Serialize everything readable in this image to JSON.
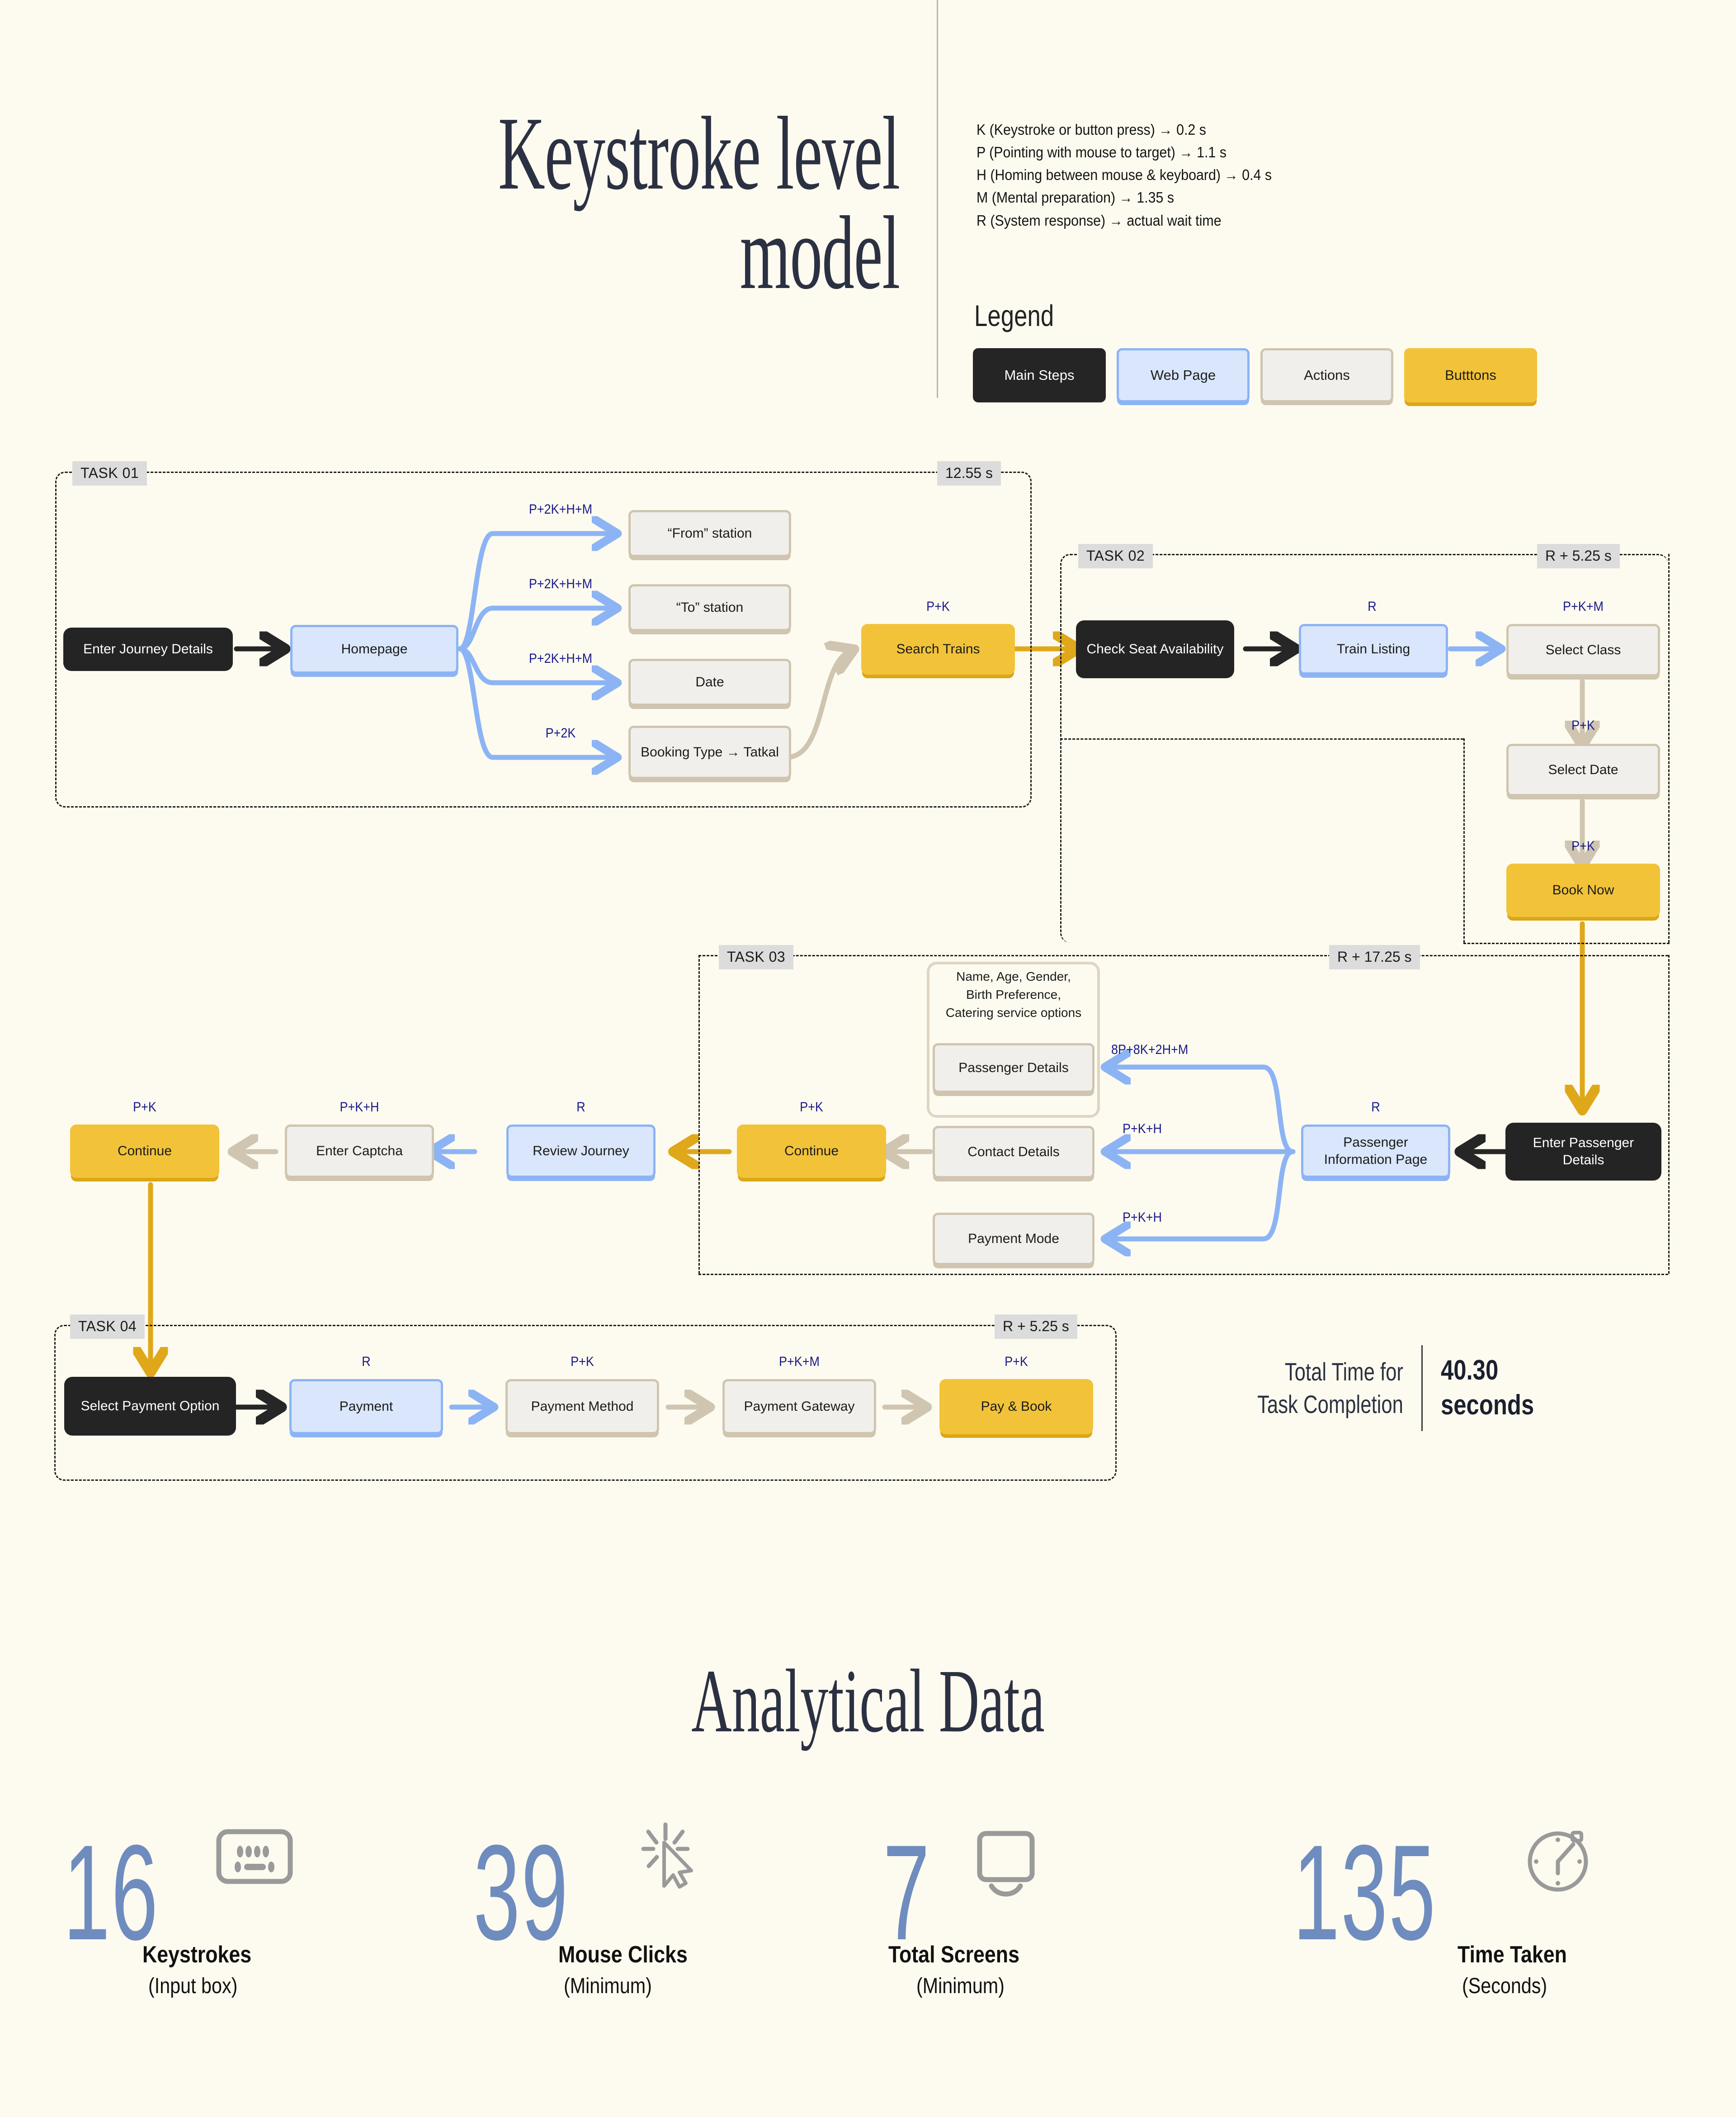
{
  "header": {
    "title": "Keystroke level\nmodel",
    "definitions": [
      "K (Keystroke or button press) → 0.2 s",
      "P (Pointing with mouse to target) → 1.1 s",
      "H (Homing between mouse & keyboard) → 0.4 s",
      "M (Mental preparation) → 1.35 s",
      "R (System response) → actual wait time"
    ],
    "legend_title": "Legend",
    "legend": [
      {
        "label": "Main Steps",
        "kind": "dark",
        "color": "#252525"
      },
      {
        "label": "Web Page",
        "kind": "blue",
        "color": "#d9e6fb"
      },
      {
        "label": "Actions",
        "kind": "act",
        "color": "#f1efeb"
      },
      {
        "label": "Butttons",
        "kind": "btn",
        "color": "#f2c339"
      }
    ]
  },
  "tasks": [
    {
      "id": "task1",
      "tag": "TASK 01",
      "time": "12.55 s"
    },
    {
      "id": "task2",
      "tag": "TASK 02",
      "time": "R + 5.25 s"
    },
    {
      "id": "task3",
      "tag": "TASK 03",
      "time": "R + 17.25 s"
    },
    {
      "id": "task4",
      "tag": "TASK 04",
      "time": "R + 5.25 s"
    }
  ],
  "nodes": {
    "enter_journey_details": "Enter Journey Details",
    "homepage": "Homepage",
    "from_station": "“From” station",
    "to_station": "“To” station",
    "date": "Date",
    "booking_type": "Booking Type → Tatkal",
    "search_trains": "Search Trains",
    "check_seat_availability": "Check Seat Availability",
    "train_listing": "Train Listing",
    "select_class": "Select Class",
    "select_date": "Select Date",
    "book_now": "Book Now",
    "passenger_note": "Name, Age, Gender,\nBirth Preference,\nCatering service options",
    "passenger_details": "Passenger Details",
    "contact_details": "Contact Details",
    "payment_mode": "Payment Mode",
    "passenger_information_page": "Passenger\nInformation Page",
    "enter_passenger_details": "Enter Passenger\nDetails",
    "continue_mid": "Continue",
    "review_journey": "Review Journey",
    "enter_captcha": "Enter Captcha",
    "continue_left": "Continue",
    "select_payment_option": "Select Payment Option",
    "payment": "Payment",
    "payment_method": "Payment Method",
    "payment_gateway": "Payment Gateway",
    "pay_and_book": "Pay & Book"
  },
  "ops": {
    "from_station": "P+2K+H+M",
    "to_station": "P+2K+H+M",
    "date": "P+2K+H+M",
    "booking_type": "P+2K",
    "search_trains": "P+K",
    "train_listing": "R",
    "select_class": "P+K+M",
    "select_date": "P+K",
    "book_now": "P+K",
    "passenger_details": "8P+8K+2H+M",
    "contact_details": "P+K+H",
    "payment_mode": "P+K+H",
    "passenger_information_page": "R",
    "continue_mid": "P+K",
    "review_journey": "R",
    "enter_captcha": "P+K+H",
    "continue_left": "P+K",
    "payment": "R",
    "payment_method": "P+K",
    "payment_gateway": "P+K+M",
    "pay_and_book": "P+K"
  },
  "total": {
    "label": "Total Time for\nTask Completion",
    "value": "40.30\nseconds"
  },
  "analytical": {
    "title": "Analytical Data",
    "stats": [
      {
        "number": "16",
        "label": "Keystrokes",
        "sub": "(Input box)",
        "icon": "keyboard-icon"
      },
      {
        "number": "39",
        "label": "Mouse Clicks",
        "sub": "(Minimum)",
        "icon": "cursor-click-icon"
      },
      {
        "number": "7",
        "label": "Total Screens",
        "sub": "(Minimum)",
        "icon": "monitor-icon"
      },
      {
        "number": "135",
        "label": "Time Taken",
        "sub": "(Seconds)",
        "icon": "stopwatch-icon"
      }
    ]
  },
  "colors": {
    "background": "#fdfbef",
    "main_step": "#242424",
    "web_page_fill": "#d9e6fb",
    "web_page_border": "#8cb4f5",
    "action_fill": "#f1efeb",
    "action_border": "#cfc5b0",
    "button_fill": "#f2c339",
    "button_border": "#dba716",
    "op_label": "#1a1a8c",
    "heading": "#2b3142",
    "stat_number": "#6f8cbf"
  }
}
